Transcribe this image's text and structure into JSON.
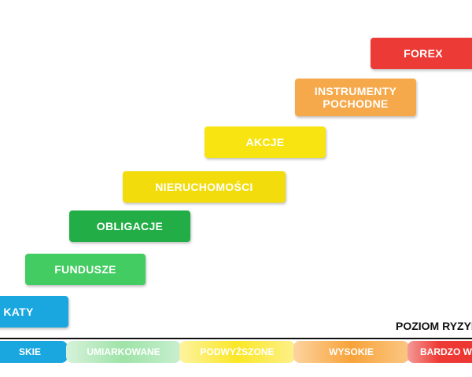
{
  "colors": {
    "blue": "#1aa7e0",
    "green_light": "#3ec85a",
    "green_dark": "#24b04a",
    "yellow": "#f4e00e",
    "yellow_light": "#fbea1c",
    "orange": "#f6a94a",
    "red": "#ec3b36",
    "text_white": "#ffffff",
    "text_dark": "#111111"
  },
  "steps": [
    {
      "id": "certyfikaty",
      "label": "KATY",
      "color": "#1aa7e0"
    },
    {
      "id": "fundusze",
      "label": "FUNDUSZE",
      "color": "#43cc61"
    },
    {
      "id": "obligacje",
      "label": "OBLIGACJE",
      "color": "#22ad47"
    },
    {
      "id": "nieruchomosci",
      "label": "NIERUCHOMOŚCI",
      "color": "#f2dc0c"
    },
    {
      "id": "akcje",
      "label": "AKCJE",
      "color": "#f7e410"
    },
    {
      "id": "instrumenty",
      "label": "INSTRUMENTY\nPOCHODNE",
      "color": "#f6a94a"
    },
    {
      "id": "forex",
      "label": "FOREX",
      "color": "#ec3b36"
    }
  ],
  "axis": {
    "title": "POZIOM RYZYKA",
    "levels": [
      {
        "id": "niskie",
        "label": "SKIE",
        "color": "#1aa7e0"
      },
      {
        "id": "umiarkowane",
        "label": "UMIARKOWANE",
        "color": "#a8e6b0"
      },
      {
        "id": "podwyzszone",
        "label": "PODWYŻSZONE",
        "color": "#fbea1c"
      },
      {
        "id": "wysokie",
        "label": "WYSOKIE",
        "color": "#f8a33a"
      },
      {
        "id": "bardzo_wysokie",
        "label": "BARDZO WYSOKIE",
        "color": "#ee3a35"
      }
    ]
  }
}
